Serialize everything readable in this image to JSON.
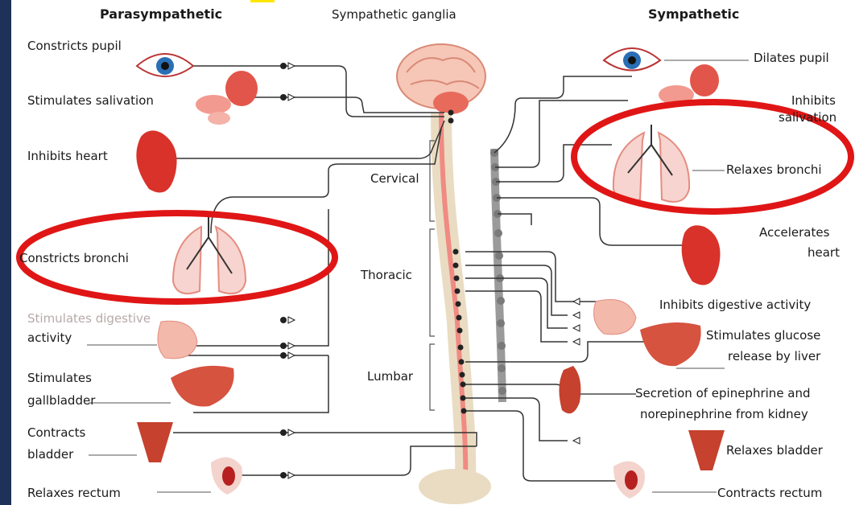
{
  "headings": {
    "left": "Parasympathetic",
    "center": "Sympathetic ganglia",
    "right": "Sympathetic"
  },
  "regions": {
    "cervical": "Cervical",
    "thoracic": "Thoracic",
    "lumbar": "Lumbar"
  },
  "parasympathetic": [
    "Constricts pupil",
    "Stimulates salivation",
    "Inhibits heart",
    "Constricts bronchi",
    "Stimulates digestive",
    "activity",
    "Stimulates",
    "gallbladder",
    "Contracts",
    "bladder",
    "Relaxes rectum"
  ],
  "sympathetic": [
    "Dilates pupil",
    "Inhibits",
    "salivation",
    "Relaxes bronchi",
    "Accelerates",
    "heart",
    "Inhibits digestive activity",
    "Stimulates glucose",
    "release by liver",
    "Secretion of epinephrine and",
    "norepinephrine from kidney",
    "Relaxes bladder",
    "Contracts rectum"
  ],
  "colors": {
    "slide_background": "#1b2c4f",
    "highlight": "#e01616",
    "organ": "#e0473a",
    "spine": "#e9dcc2",
    "chain": "#9a9a9a"
  }
}
